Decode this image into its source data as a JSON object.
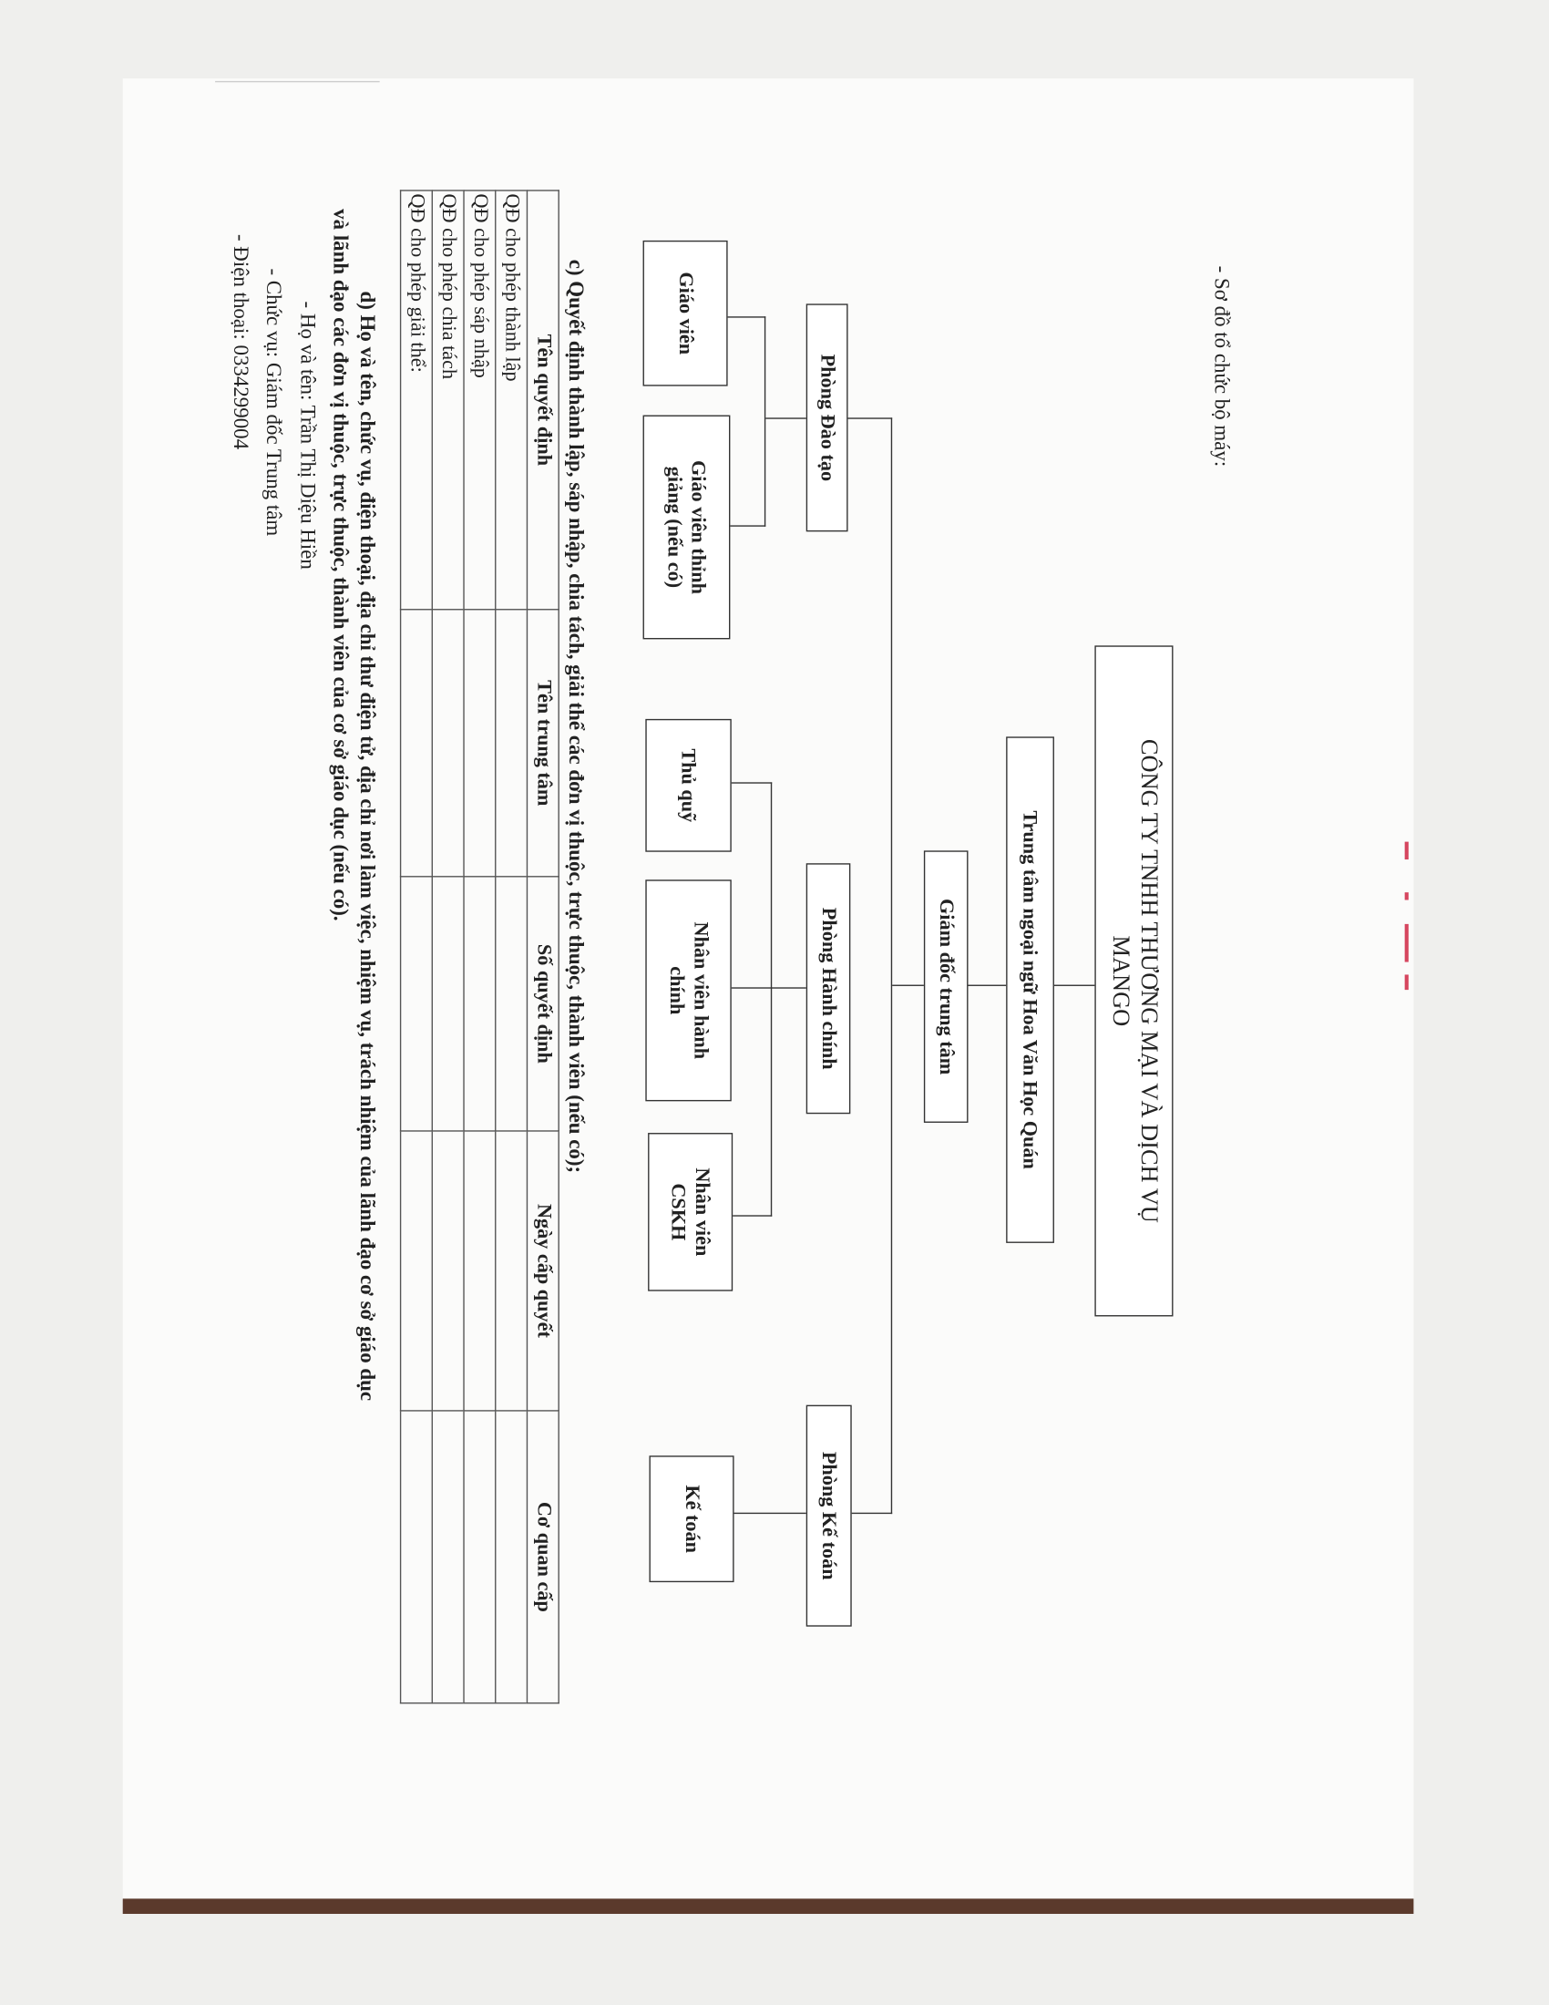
{
  "section_b_label": "- Sơ đồ tổ chức bộ máy:",
  "org_chart": {
    "company": {
      "line1": "CÔNG TY TNHH THƯƠNG MẠI VÀ DỊCH VỤ",
      "line2": "MANGO"
    },
    "center": "Trung tâm ngoại ngữ Hoa Văn Học Quán",
    "director": "Giám đốc trung tâm",
    "departments": [
      {
        "name": "Phòng Đào tạo",
        "members": [
          {
            "line1": "Giáo viên",
            "line2": ""
          },
          {
            "line1": "Giáo viên thỉnh",
            "line2": "giảng (nếu có)"
          }
        ]
      },
      {
        "name": "Phòng Hành chính",
        "members": [
          {
            "line1": "Thủ quỹ",
            "line2": ""
          },
          {
            "line1": "Nhân viên hành",
            "line2": "chính"
          },
          {
            "line1": "Nhân viên",
            "line2": "CSKH"
          }
        ]
      },
      {
        "name": "Phòng Kế toán",
        "members": [
          {
            "line1": "Kế toán",
            "line2": ""
          }
        ]
      }
    ]
  },
  "section_c": {
    "heading": "c) Quyết định thành lập, sáp nhập, chia tách, giải thể các đơn vị thuộc, trực thuộc, thành viên (nếu có);",
    "columns": [
      "Tên quyết định",
      "Tên trung tâm",
      "Số quyết định",
      "Ngày cấp quyết",
      "Cơ quan cấp"
    ],
    "rows": [
      [
        "QĐ cho phép thành lập",
        "",
        "",
        "",
        ""
      ],
      [
        "QĐ cho phép sáp nhập",
        "",
        "",
        "",
        ""
      ],
      [
        "QĐ cho phép chia tách",
        "",
        "",
        "",
        ""
      ],
      [
        "QĐ cho phép giải thể:",
        "",
        "",
        "",
        ""
      ]
    ]
  },
  "section_d": {
    "heading_line1": "d) Họ và tên, chức vụ, điện thoại, địa chỉ thư điện tử, địa chỉ nơi làm việc, nhiệm vụ, trách nhiệm của lãnh đạo cơ sở giáo dục",
    "heading_line2": "và lãnh đạo các đơn vị thuộc, trực thuộc, thành viên của cơ sở giáo dục (nếu có).",
    "name": "- Họ và tên: Trần Thị Diệu Hiền",
    "position": "- Chức vụ:  Giám đốc Trung tâm",
    "phone": "- Điện thoại: 0334299004"
  },
  "colors": {
    "ink": "#222222",
    "stamp": "#d6465f",
    "paper": "#fbfbfa"
  }
}
